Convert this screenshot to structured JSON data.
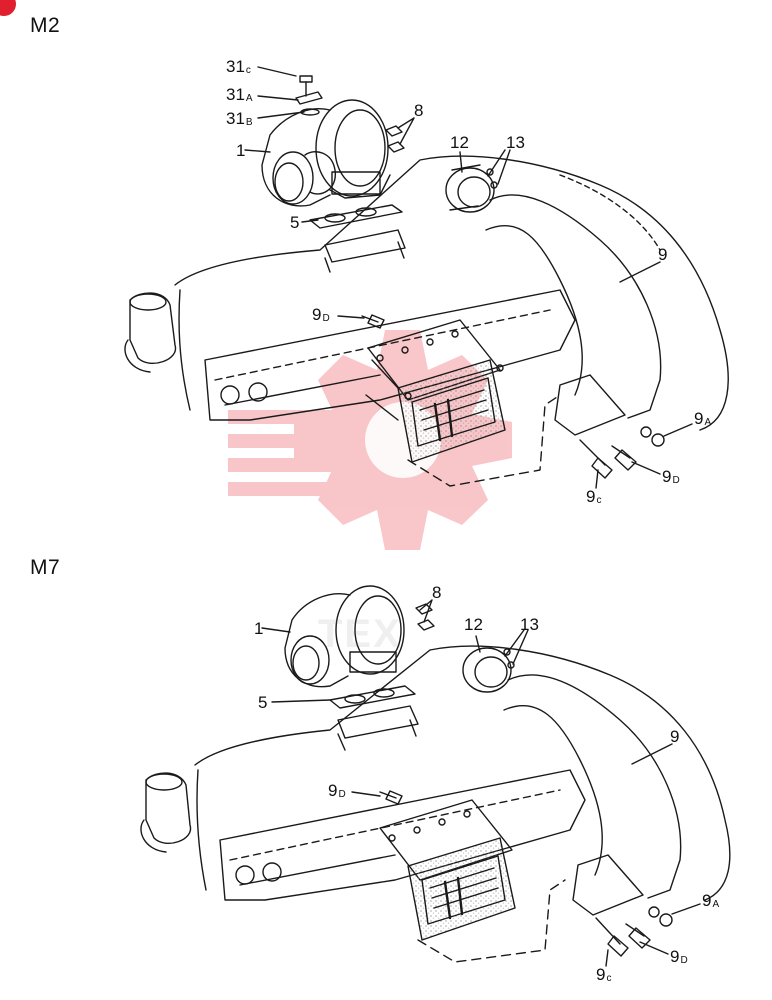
{
  "sections": [
    {
      "title": "M2",
      "callouts": {
        "c31c": {
          "num": "31",
          "sub": "c"
        },
        "c31a": {
          "num": "31",
          "sub": "A"
        },
        "c31b": {
          "num": "31",
          "sub": "B"
        },
        "c1": {
          "num": "1",
          "sub": ""
        },
        "c8": {
          "num": "8",
          "sub": ""
        },
        "c12": {
          "num": "12",
          "sub": ""
        },
        "c13": {
          "num": "13",
          "sub": ""
        },
        "c5": {
          "num": "5",
          "sub": ""
        },
        "c9": {
          "num": "9",
          "sub": ""
        },
        "c9d_top": {
          "num": "9",
          "sub": "D"
        },
        "c9a": {
          "num": "9",
          "sub": "A"
        },
        "c9d_bottom": {
          "num": "9",
          "sub": "D"
        },
        "c9c": {
          "num": "9",
          "sub": "c"
        }
      }
    },
    {
      "title": "M7",
      "callouts": {
        "c8": {
          "num": "8",
          "sub": ""
        },
        "c1": {
          "num": "1",
          "sub": ""
        },
        "c12": {
          "num": "12",
          "sub": ""
        },
        "c13": {
          "num": "13",
          "sub": ""
        },
        "c5": {
          "num": "5",
          "sub": ""
        },
        "c9": {
          "num": "9",
          "sub": ""
        },
        "c9d_top": {
          "num": "9",
          "sub": "D"
        },
        "c9a": {
          "num": "9",
          "sub": "A"
        },
        "c9d_bottom": {
          "num": "9",
          "sub": "D"
        },
        "c9c": {
          "num": "9",
          "sub": "c"
        }
      }
    }
  ],
  "watermark": {
    "text": "TEX",
    "color": "#e8323c",
    "icon": "gear-logo-icon"
  },
  "colors": {
    "line": "#1a1a1a",
    "gasket": "#9a9a9a",
    "accent": "#e0202e"
  }
}
